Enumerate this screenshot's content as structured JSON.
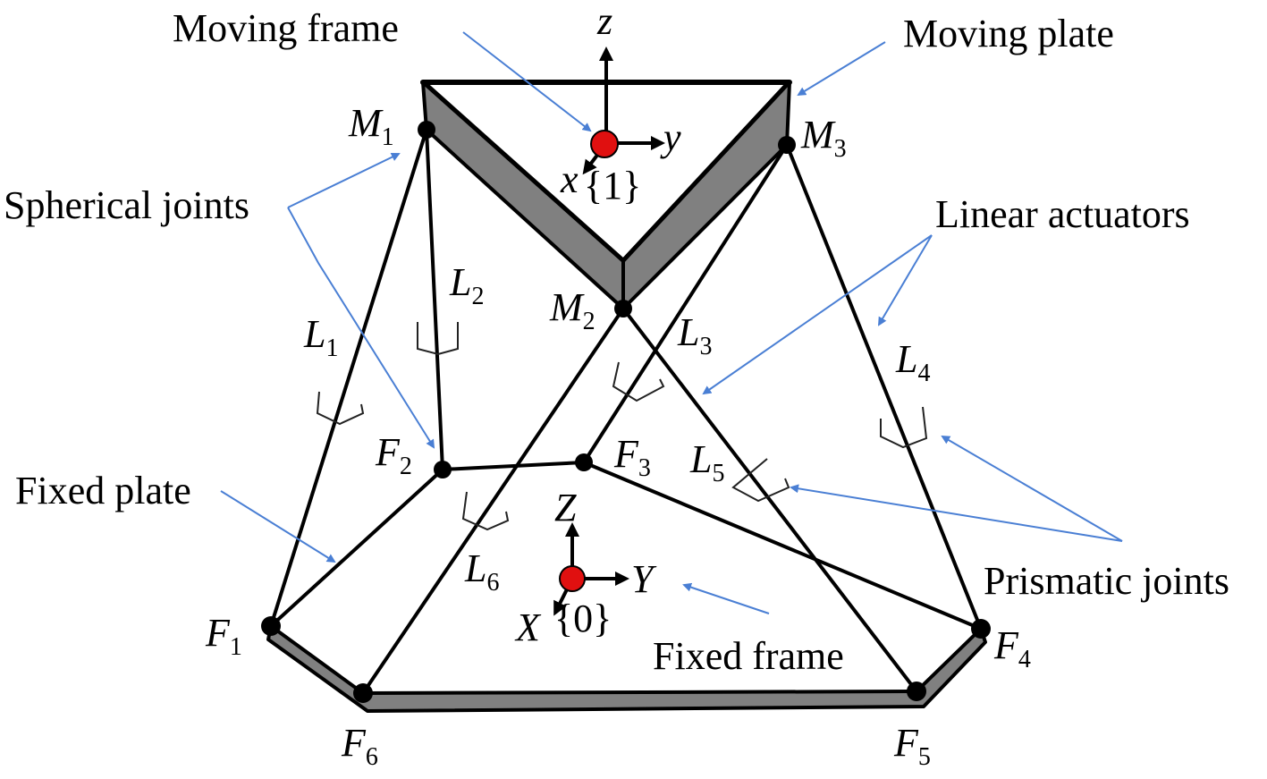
{
  "labels": {
    "moving_frame": "Moving frame",
    "moving_plate": "Moving plate",
    "spherical_joints": "Spherical joints",
    "linear_actuators": "Linear actuators",
    "fixed_plate": "Fixed plate",
    "prismatic_joints": "Prismatic joints",
    "fixed_frame": "Fixed frame"
  },
  "moving_axes": {
    "z": "z",
    "y": "y",
    "x": "x",
    "frame_id": "{1}"
  },
  "fixed_axes": {
    "z": "Z",
    "y": "Y",
    "x": "X",
    "frame_id": "{0}"
  },
  "points": {
    "M1": {
      "base": "M",
      "sub": "1"
    },
    "M2": {
      "base": "M",
      "sub": "2"
    },
    "M3": {
      "base": "M",
      "sub": "3"
    },
    "F1": {
      "base": "F",
      "sub": "1"
    },
    "F2": {
      "base": "F",
      "sub": "2"
    },
    "F3": {
      "base": "F",
      "sub": "3"
    },
    "F4": {
      "base": "F",
      "sub": "4"
    },
    "F5": {
      "base": "F",
      "sub": "5"
    },
    "F6": {
      "base": "F",
      "sub": "6"
    }
  },
  "legs": {
    "L1": {
      "base": "L",
      "sub": "1"
    },
    "L2": {
      "base": "L",
      "sub": "2"
    },
    "L3": {
      "base": "L",
      "sub": "3"
    },
    "L4": {
      "base": "L",
      "sub": "4"
    },
    "L5": {
      "base": "L",
      "sub": "5"
    },
    "L6": {
      "base": "L",
      "sub": "6"
    }
  },
  "colors": {
    "plate_fill": "#808080",
    "annotation_arrow": "#4a7fd4",
    "origin_dot": "#e01010"
  }
}
